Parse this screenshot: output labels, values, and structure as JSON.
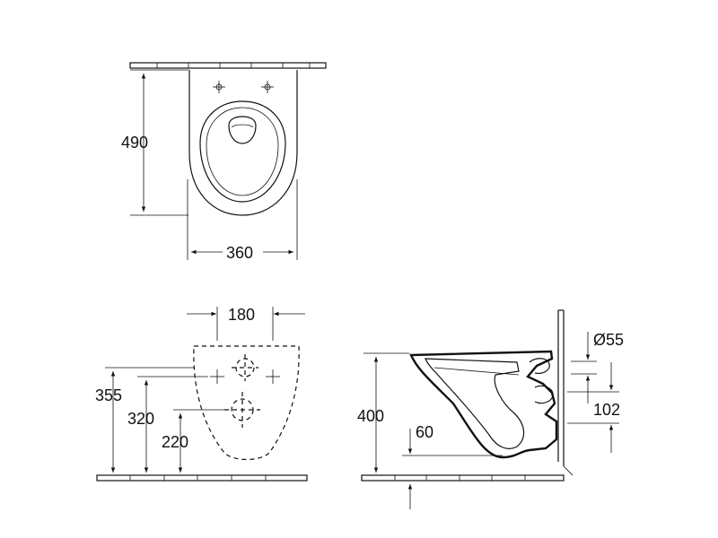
{
  "top_view": {
    "length_label": "490",
    "width_label": "360"
  },
  "front_view": {
    "hole_spacing_label": "180",
    "height_355_label": "355",
    "height_320_label": "320",
    "height_220_label": "220"
  },
  "side_view": {
    "height_400_label": "400",
    "drain_height_label": "60",
    "pipe_diameter_label": "Ø55",
    "offset_label": "102"
  }
}
